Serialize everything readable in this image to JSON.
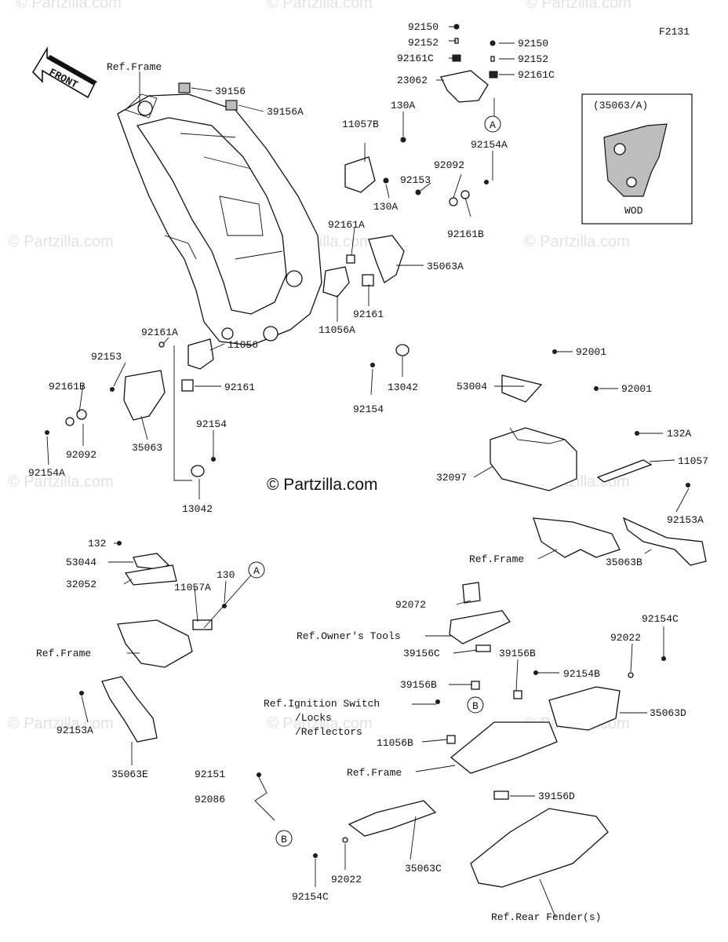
{
  "diagram": {
    "code": "F2131",
    "watermarks": [
      "© Partzilla.com"
    ],
    "main_watermark": "© Partzilla.com",
    "front_arrow": {
      "text": "FRONT"
    },
    "callouts": [
      "A",
      "A",
      "B",
      "B"
    ],
    "inset": {
      "part": "(35063/A)",
      "label": "WOD"
    },
    "labels": {
      "l1": "Ref.Frame",
      "l2": "39156",
      "l3": "39156A",
      "l4": "92150",
      "l5": "92152",
      "l6": "92161C",
      "l7": "23062",
      "l8": "92150",
      "l9": "92152",
      "l10": "92161C",
      "l11": "130A",
      "l12": "11057B",
      "l13": "92154A",
      "l14": "92092",
      "l15": "92153",
      "l16": "130A",
      "l17": "92161A",
      "l18": "92161B",
      "l19": "35063A",
      "l20": "92161",
      "l21": "11056A",
      "l22": "92161A",
      "l23": "92153",
      "l24": "11056",
      "l25": "92161",
      "l26": "92161B",
      "l27": "92092",
      "l28": "35063",
      "l29": "92154A",
      "l30": "92154",
      "l31": "13042",
      "l32": "92154",
      "l33": "13042",
      "l34": "92001",
      "l35": "53004",
      "l36": "92001",
      "l37": "132A",
      "l38": "11057",
      "l39": "32097",
      "l40": "92153A",
      "l41": "Ref.Frame",
      "l42": "35063B",
      "l43": "132",
      "l44": "53044",
      "l45": "32052",
      "l46": "130",
      "l47": "11057A",
      "l48": "Ref.Frame",
      "l49": "92153A",
      "l50": "35063E",
      "l51": "92072",
      "l52": "Ref.Owner's Tools",
      "l53": "39156C",
      "l54": "39156B",
      "l55": "92154C",
      "l56": "92022",
      "l57": "92154B",
      "l58": "39156B",
      "l59": "Ref.Ignition Switch",
      "l60": "/Locks",
      "l61": "/Reflectors",
      "l62": "35063D",
      "l63": "11056B",
      "l64": "Ref.Frame",
      "l65": "92151",
      "l66": "92086",
      "l67": "39156D",
      "l68": "35063C",
      "l69": "92022",
      "l70": "92154C",
      "l71": "Ref.Rear Fender(s)"
    }
  }
}
